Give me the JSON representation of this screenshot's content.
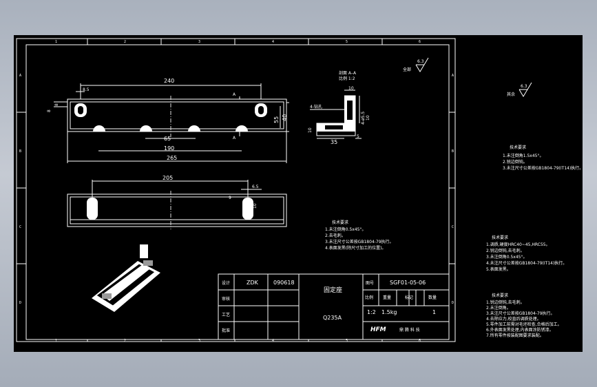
{
  "colors": {
    "background": "#000000",
    "lines": "#ffffff",
    "window_bg": "#b4bbc6",
    "center_line": "#dddddd"
  },
  "zones": {
    "cols": [
      "1",
      "2",
      "3",
      "4",
      "5",
      "6"
    ],
    "rows": [
      "A",
      "B",
      "C",
      "D"
    ]
  },
  "front_view": {
    "dims": {
      "total_top": "240",
      "hole_offset": "8.5",
      "left_h1": "8",
      "left_h2": "8",
      "inner_65": "65",
      "inner_190": "190",
      "overall_265": "265",
      "right_55": "55",
      "right_40": "40"
    },
    "section_marks": [
      "A",
      "A"
    ]
  },
  "section_view": {
    "title": "剖面 A–A",
    "scale": "比例 1:2",
    "dims": {
      "top_10": "10",
      "left_10": "10",
      "bottom_35": "35",
      "bottom_5": "5",
      "right_55": "4-ø5.5",
      "right_10": "10"
    },
    "callout": "4-钻孔"
  },
  "bottom_view": {
    "dims": {
      "d205": "205",
      "d6_5": "6.5",
      "d9": "9",
      "d10": "10"
    }
  },
  "roughness": {
    "label": "全部",
    "value": "6.3"
  },
  "roughness_other": {
    "label": "其余",
    "value": "6.3"
  },
  "notes_center": {
    "title": "技术要求",
    "lines": [
      "1.未注倒角0.5x45°。",
      "2.去毛刺。",
      "3.未注尺寸公差按GB1804-79执行。",
      "4.表面发黑(除尺寸加工的位置)。"
    ]
  },
  "notes_right_1": {
    "title": "技术要求",
    "lines": [
      "1.未注倒角1.5x45°。",
      "2.锐边倒钝。",
      "3.未注尺寸公差按GB1804-79(IT14)执行。"
    ]
  },
  "notes_right_2": {
    "title": "技术要求",
    "lines": [
      "1.调质,硬度HRC40~45,HRC55。",
      "2.锐边倒钝,去毛刺。",
      "3.未注倒角0.5x45°。",
      "4.未注尺寸公差按GB1804-79(IT14)执行。",
      "5.表面发黑。"
    ]
  },
  "notes_right_3": {
    "title": "技术要求",
    "lines": [
      "1.锐边倒钝,去毛刺。",
      "2.未注倒角。",
      "3.未注尺寸公差按GB1804-79执行。",
      "4.去除应力,校直后调质处理。",
      "5.零件加工前需对毛坯检查,合格后加工。",
      "6.外表面发黑处理,内表面涂防锈漆。",
      "7.所有零件按装配图要求装配。"
    ]
  },
  "title_block": {
    "design_label": "设计",
    "designer": "ZDK",
    "date": "090618",
    "check_label": "审核",
    "process_label": "工艺",
    "approve_label": "批准",
    "part_name": "固定座",
    "drawing_no_label": "图号",
    "drawing_no": "SGF01-05-06",
    "scale_label": "比例",
    "weight_label": "重量",
    "mark_label": "标记",
    "qty_label": "数量",
    "scale": "1:2",
    "weight": "1.5kg",
    "qty": "1",
    "material": "Q235A",
    "company_logo": "HFM",
    "company_name": "鼎 腾 科 技"
  }
}
